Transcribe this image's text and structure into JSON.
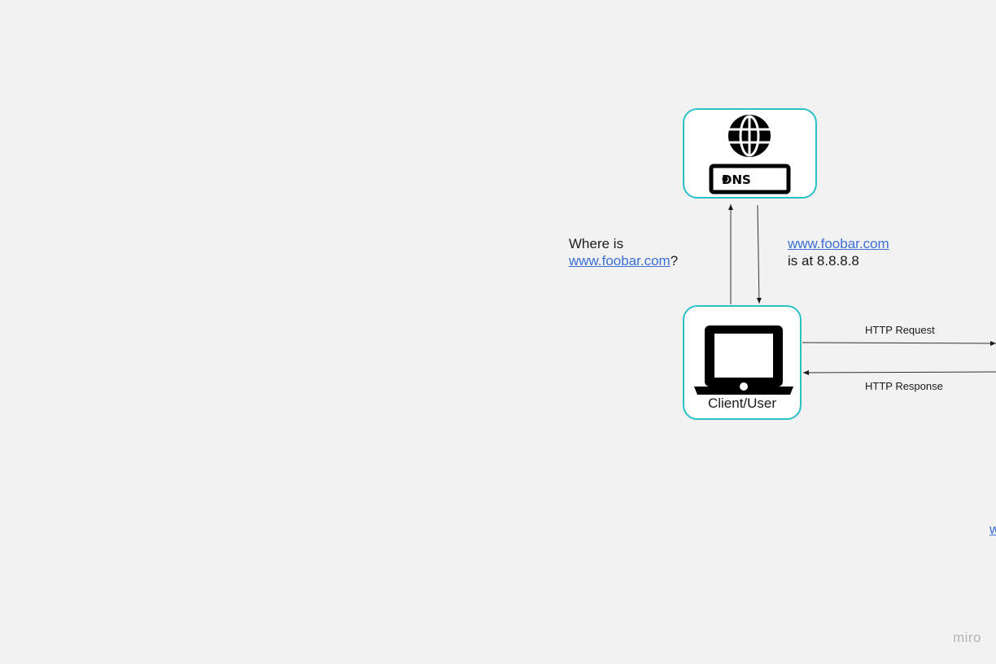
{
  "nodes": {
    "dns": {
      "label": "DNS",
      "icon": "globe-server-icon"
    },
    "client": {
      "label": "Client/User",
      "icon": "laptop-icon"
    }
  },
  "edges": {
    "query": {
      "prefix": "Where is",
      "link": "www.foobar.com",
      "suffix": "?"
    },
    "answer": {
      "link": "www.foobar.com",
      "text": "is at 8.8.8.8"
    },
    "request": {
      "label": "HTTP Request"
    },
    "response": {
      "label": "HTTP Response"
    }
  },
  "cropped_link_fragment": "w",
  "watermark": "miro",
  "colors": {
    "node_border": "#2bbfc7",
    "link": "#3b6fd6",
    "background": "#f2f2f2"
  }
}
